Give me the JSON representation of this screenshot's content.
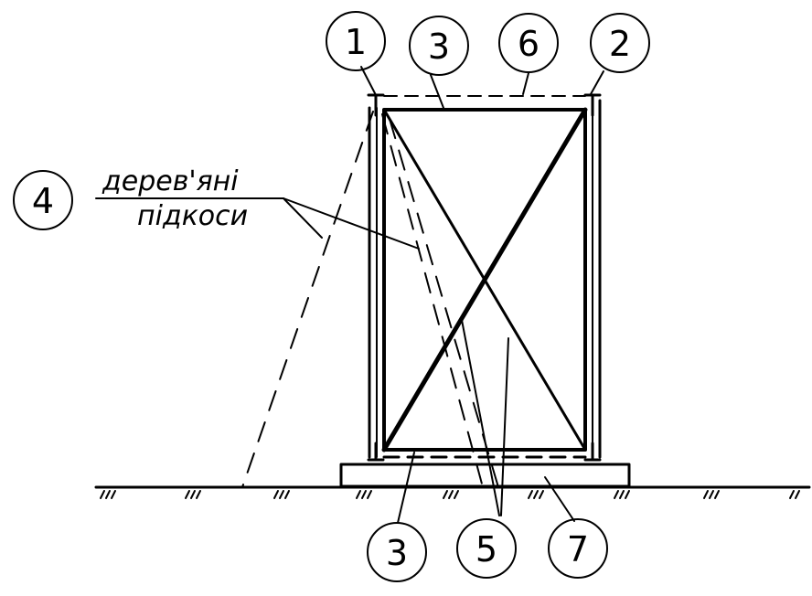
{
  "callouts": {
    "c1": "1",
    "c2": "2",
    "c3_top": "3",
    "c6": "6",
    "c4": "4",
    "c3_bottom": "3",
    "c5": "5",
    "c7": "7"
  },
  "annotation": {
    "line1": "дерев'яні",
    "line2": "підкоси"
  }
}
